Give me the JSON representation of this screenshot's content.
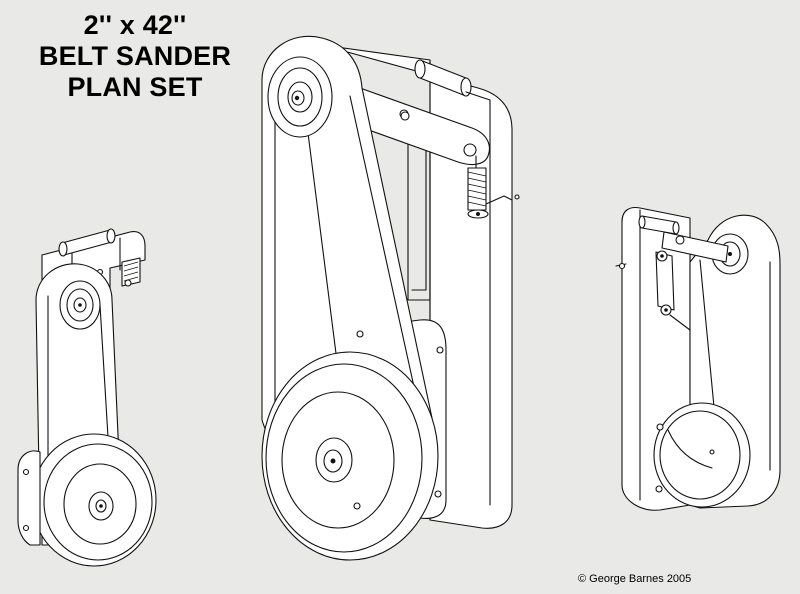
{
  "title": {
    "line1": "2'' x 42''",
    "line2": "BELT SANDER",
    "line3": "PLAN SET"
  },
  "copyright": "© George Barnes 2005",
  "colors": {
    "background": "#e9e9e7",
    "line": "#111111",
    "fill": "#ffffff"
  }
}
